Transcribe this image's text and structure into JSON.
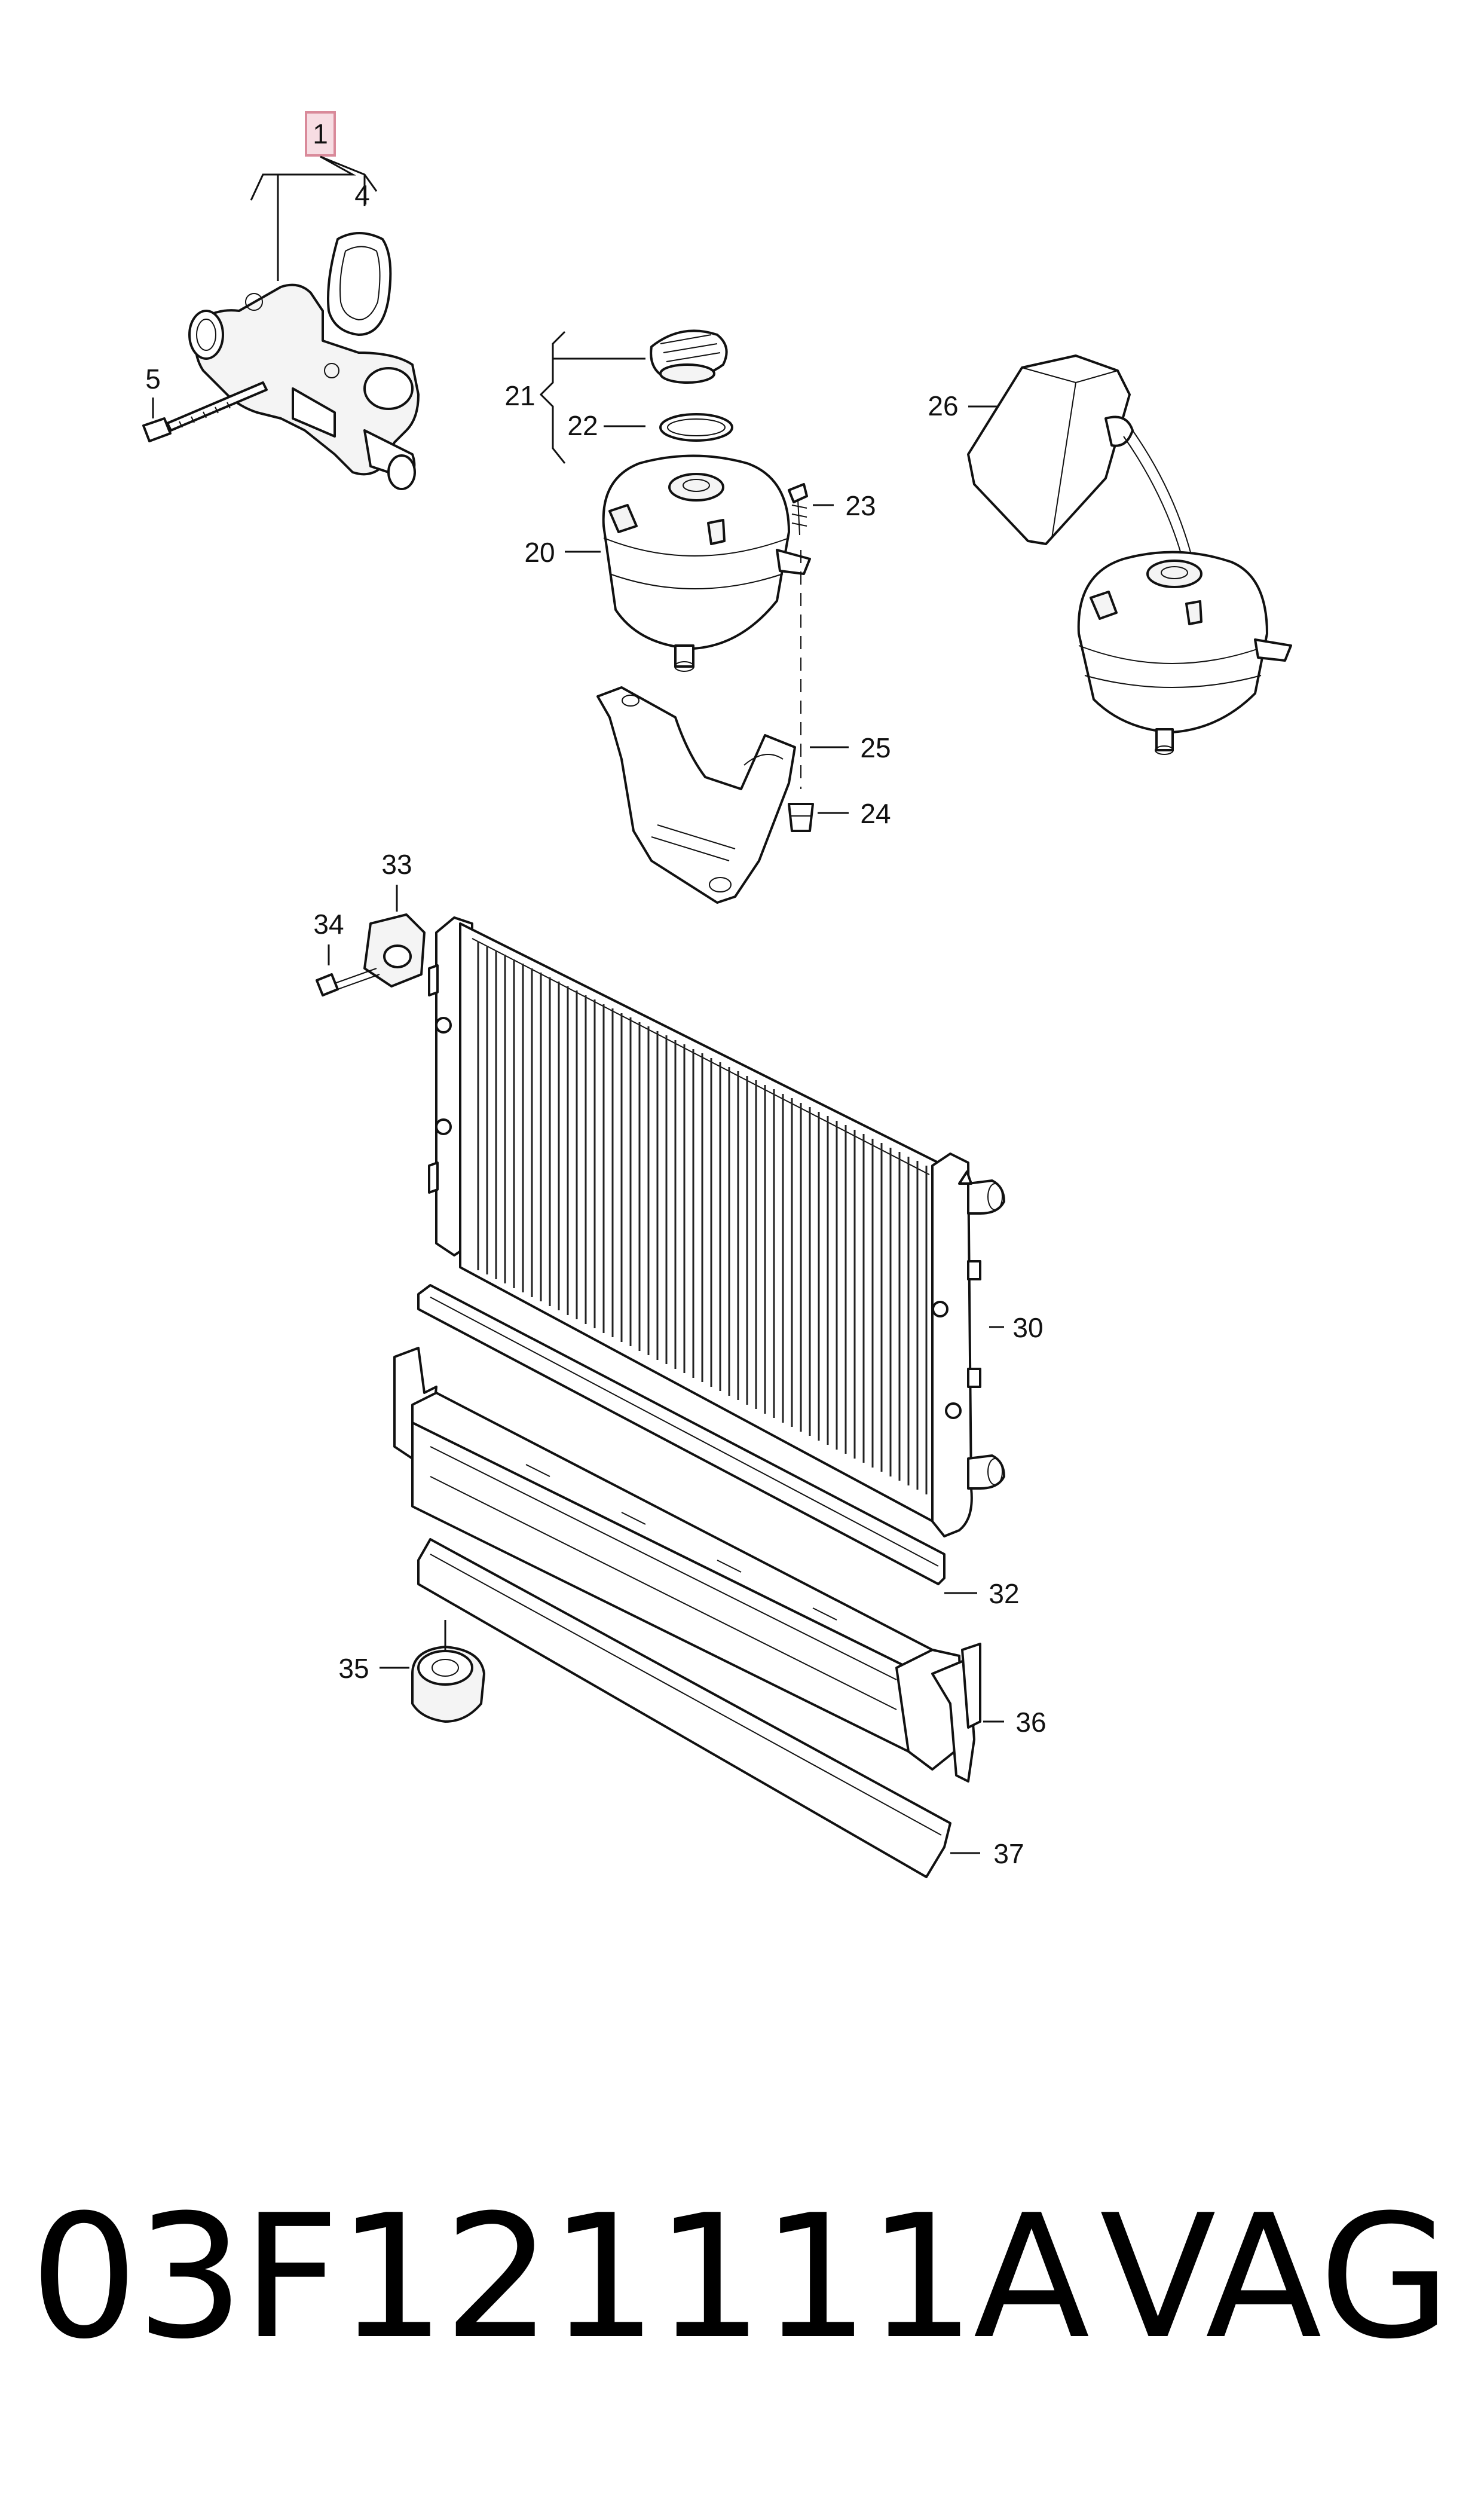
{
  "callouts": {
    "c1": "1",
    "c4": "4",
    "c5": "5",
    "c20": "20",
    "c21": "21",
    "c22": "22",
    "c23": "23",
    "c24": "24",
    "c25": "25",
    "c26": "26",
    "c30": "30",
    "c32": "32",
    "c33": "33",
    "c34": "34",
    "c35": "35",
    "c36": "36",
    "c37": "37"
  },
  "footer": {
    "part_number": "03F121111A",
    "brand": "VAG"
  },
  "colors": {
    "highlight_fill": "#f7dde3",
    "highlight_border": "#d98a9a",
    "line": "#111111"
  }
}
